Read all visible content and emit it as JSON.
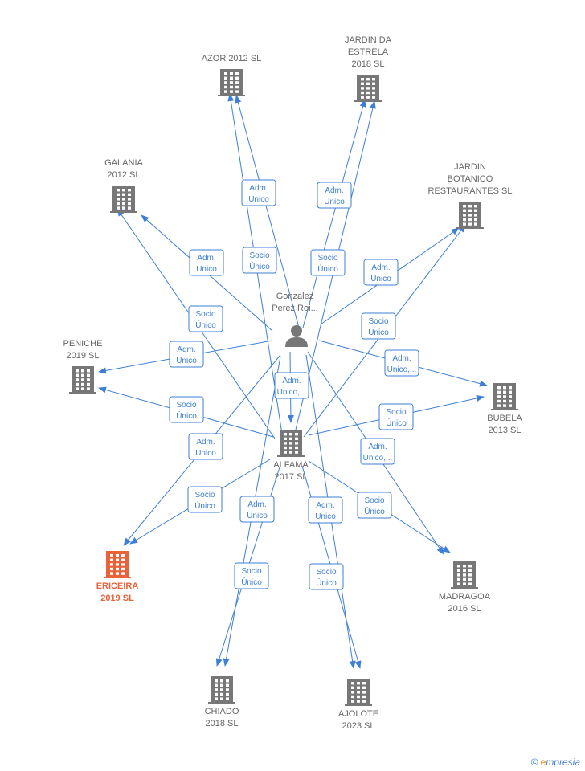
{
  "colors": {
    "edge": "#3d7fd6",
    "building": "#777777",
    "highlight": "#e8623a"
  },
  "person": {
    "name_lines": [
      "Gonzalez",
      "Perez Roi..."
    ],
    "icon": "person-icon"
  },
  "companies": [
    {
      "id": "azor",
      "lines": [
        "AZOR 2012 SL"
      ]
    },
    {
      "id": "jardin-estrela",
      "lines": [
        "JARDIN DA",
        "ESTRELA",
        "2018  SL"
      ]
    },
    {
      "id": "galania",
      "lines": [
        "GALANIA",
        "2012 SL"
      ]
    },
    {
      "id": "jardin-botanico",
      "lines": [
        "JARDIN",
        "BOTANICO",
        "RESTAURANTES SL"
      ]
    },
    {
      "id": "peniche",
      "lines": [
        "PENICHE",
        "2019  SL"
      ]
    },
    {
      "id": "bubela",
      "lines": [
        "BUBELA",
        "2013  SL"
      ]
    },
    {
      "id": "alfama",
      "lines": [
        "ALFAMA",
        "2017  SL"
      ]
    },
    {
      "id": "ericeira",
      "lines": [
        "ERICEIRA",
        "2019  SL"
      ],
      "highlight": true
    },
    {
      "id": "madragoa",
      "lines": [
        "MADRAGOA",
        "2016  SL"
      ]
    },
    {
      "id": "chiado",
      "lines": [
        "CHIADO",
        "2018  SL"
      ]
    },
    {
      "id": "ajolote",
      "lines": [
        "AJOLOTE",
        "2023  SL"
      ]
    }
  ],
  "relations": [
    {
      "from": "person",
      "to": "azor",
      "lines": [
        "Adm.",
        "Unico"
      ]
    },
    {
      "from": "alfama",
      "to": "azor",
      "lines": [
        "Socio",
        "Único"
      ]
    },
    {
      "from": "person",
      "to": "jardin-estrela",
      "lines": [
        "Adm.",
        "Unico"
      ]
    },
    {
      "from": "alfama",
      "to": "jardin-estrela",
      "lines": [
        "Socio",
        "Único"
      ]
    },
    {
      "from": "person",
      "to": "galania",
      "lines": [
        "Adm.",
        "Unico"
      ]
    },
    {
      "from": "alfama",
      "to": "galania",
      "lines": [
        "Socio",
        "Único"
      ]
    },
    {
      "from": "person",
      "to": "jardin-botanico",
      "lines": [
        "Adm.",
        "Unico"
      ]
    },
    {
      "from": "alfama",
      "to": "jardin-botanico",
      "lines": [
        "Socio",
        "Único"
      ]
    },
    {
      "from": "person",
      "to": "peniche",
      "lines": [
        "Adm.",
        "Unico"
      ]
    },
    {
      "from": "alfama",
      "to": "peniche",
      "lines": [
        "Socio",
        "Único"
      ]
    },
    {
      "from": "person",
      "to": "bubela",
      "lines": [
        "Adm.",
        "Unico,..."
      ]
    },
    {
      "from": "alfama",
      "to": "bubela",
      "lines": [
        "Socio",
        "Único"
      ]
    },
    {
      "from": "person",
      "to": "alfama",
      "lines": [
        "Adm.",
        "Unico,..."
      ]
    },
    {
      "from": "person",
      "to": "ericeira",
      "lines": [
        "Adm.",
        "Unico"
      ]
    },
    {
      "from": "alfama",
      "to": "ericeira",
      "lines": [
        "Socio",
        "Único"
      ]
    },
    {
      "from": "person",
      "to": "madragoa",
      "lines": [
        "Adm.",
        "Unico,..."
      ]
    },
    {
      "from": "alfama",
      "to": "madragoa",
      "lines": [
        "Socio",
        "Único"
      ]
    },
    {
      "from": "person",
      "to": "chiado",
      "lines": [
        "Adm.",
        "Unico"
      ]
    },
    {
      "from": "alfama",
      "to": "chiado",
      "lines": [
        "Socio",
        "Único"
      ]
    },
    {
      "from": "person",
      "to": "ajolote",
      "lines": [
        "Adm.",
        "Unico"
      ]
    },
    {
      "from": "alfama",
      "to": "ajolote",
      "lines": [
        "Socio",
        "Único"
      ]
    }
  ],
  "brand": {
    "copyright": "©",
    "name": "mpresia",
    "initial": "e"
  }
}
